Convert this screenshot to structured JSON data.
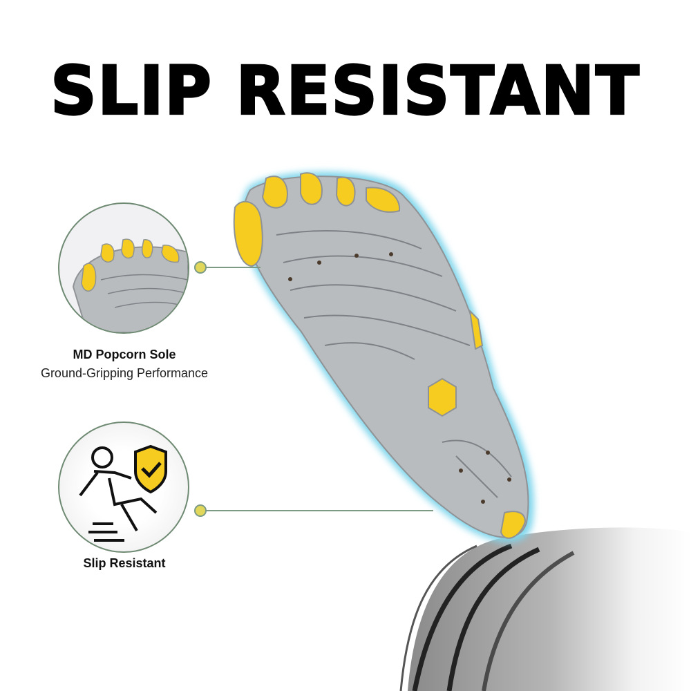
{
  "header": {
    "title": "SLIP RESISTANT"
  },
  "features": [
    {
      "title": "MD Popcorn Sole",
      "subtitle": "Ground-Gripping Performance",
      "icon": "sole-closeup-image"
    },
    {
      "title": "Slip Resistant",
      "icon": "slipping-person-shield-check-icon"
    }
  ],
  "colors": {
    "accent_yellow": "#f5cc1f",
    "sole_gray": "#b9bcbf",
    "glow_blue": "#7fd6ec",
    "connector_green": "#7d9a84",
    "dot_yellow": "#e1d75a"
  }
}
